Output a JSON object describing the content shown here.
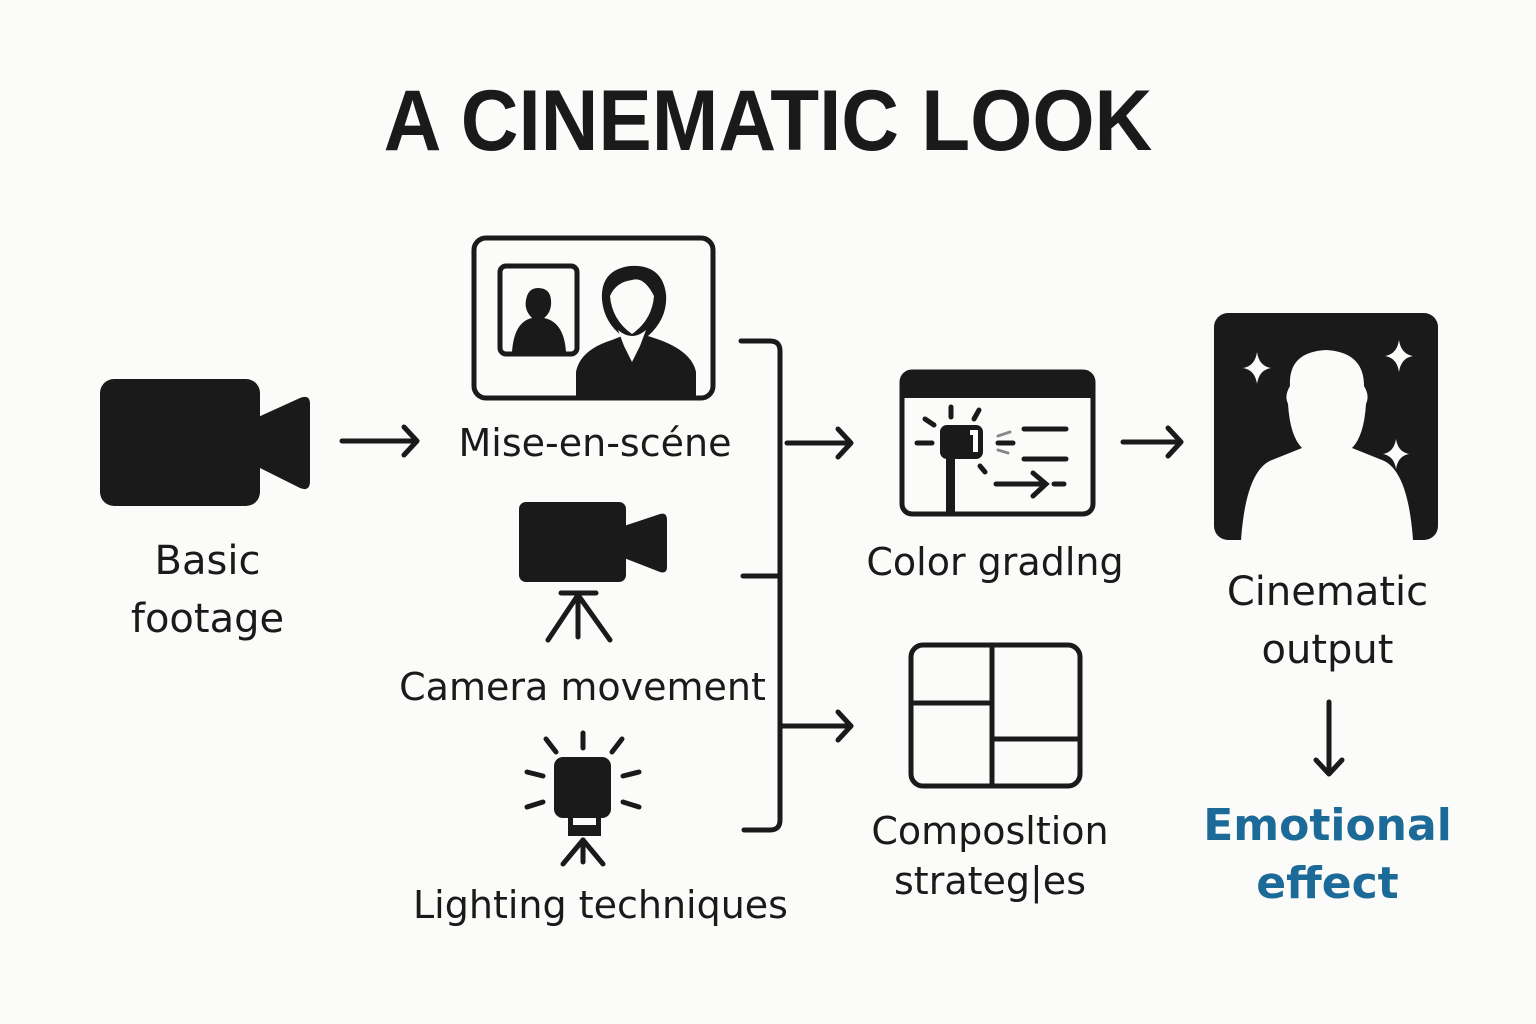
{
  "title": "A CINEMATIC LOOK",
  "colors": {
    "background": "#fbfbf9",
    "ink": "#1a1a1a",
    "accent": "#1b6a97"
  },
  "nodes": {
    "basic_footage": {
      "line1": "Basic",
      "line2": "footage",
      "icon": "video-camera-icon"
    },
    "mise_en_scene": {
      "label": "Mise-en-scéne",
      "icon": "portrait-frame-icon"
    },
    "camera_movement": {
      "label": "Camera movement",
      "icon": "camera-on-tripod-icon"
    },
    "lighting": {
      "label": "Lighting techniques",
      "icon": "studio-light-icon"
    },
    "color_grading": {
      "label": "Color gradlng",
      "icon": "grading-window-icon"
    },
    "composition": {
      "line1": "Composltion",
      "line2": "strateg|es",
      "icon": "layout-grid-icon"
    },
    "cinematic_output": {
      "line1": "Cinematic",
      "line2": "output",
      "icon": "sparkle-portrait-icon"
    },
    "emotional_effect": {
      "line1": "Emotional",
      "line2": "effect"
    }
  },
  "edges": [
    {
      "from": "basic_footage",
      "to": "mise_en_scene"
    },
    {
      "from": "techniques_group",
      "to": "color_grading"
    },
    {
      "from": "techniques_group",
      "to": "composition"
    },
    {
      "from": "color_grading",
      "to": "cinematic_output"
    },
    {
      "from": "cinematic_output",
      "to": "emotional_effect"
    }
  ]
}
